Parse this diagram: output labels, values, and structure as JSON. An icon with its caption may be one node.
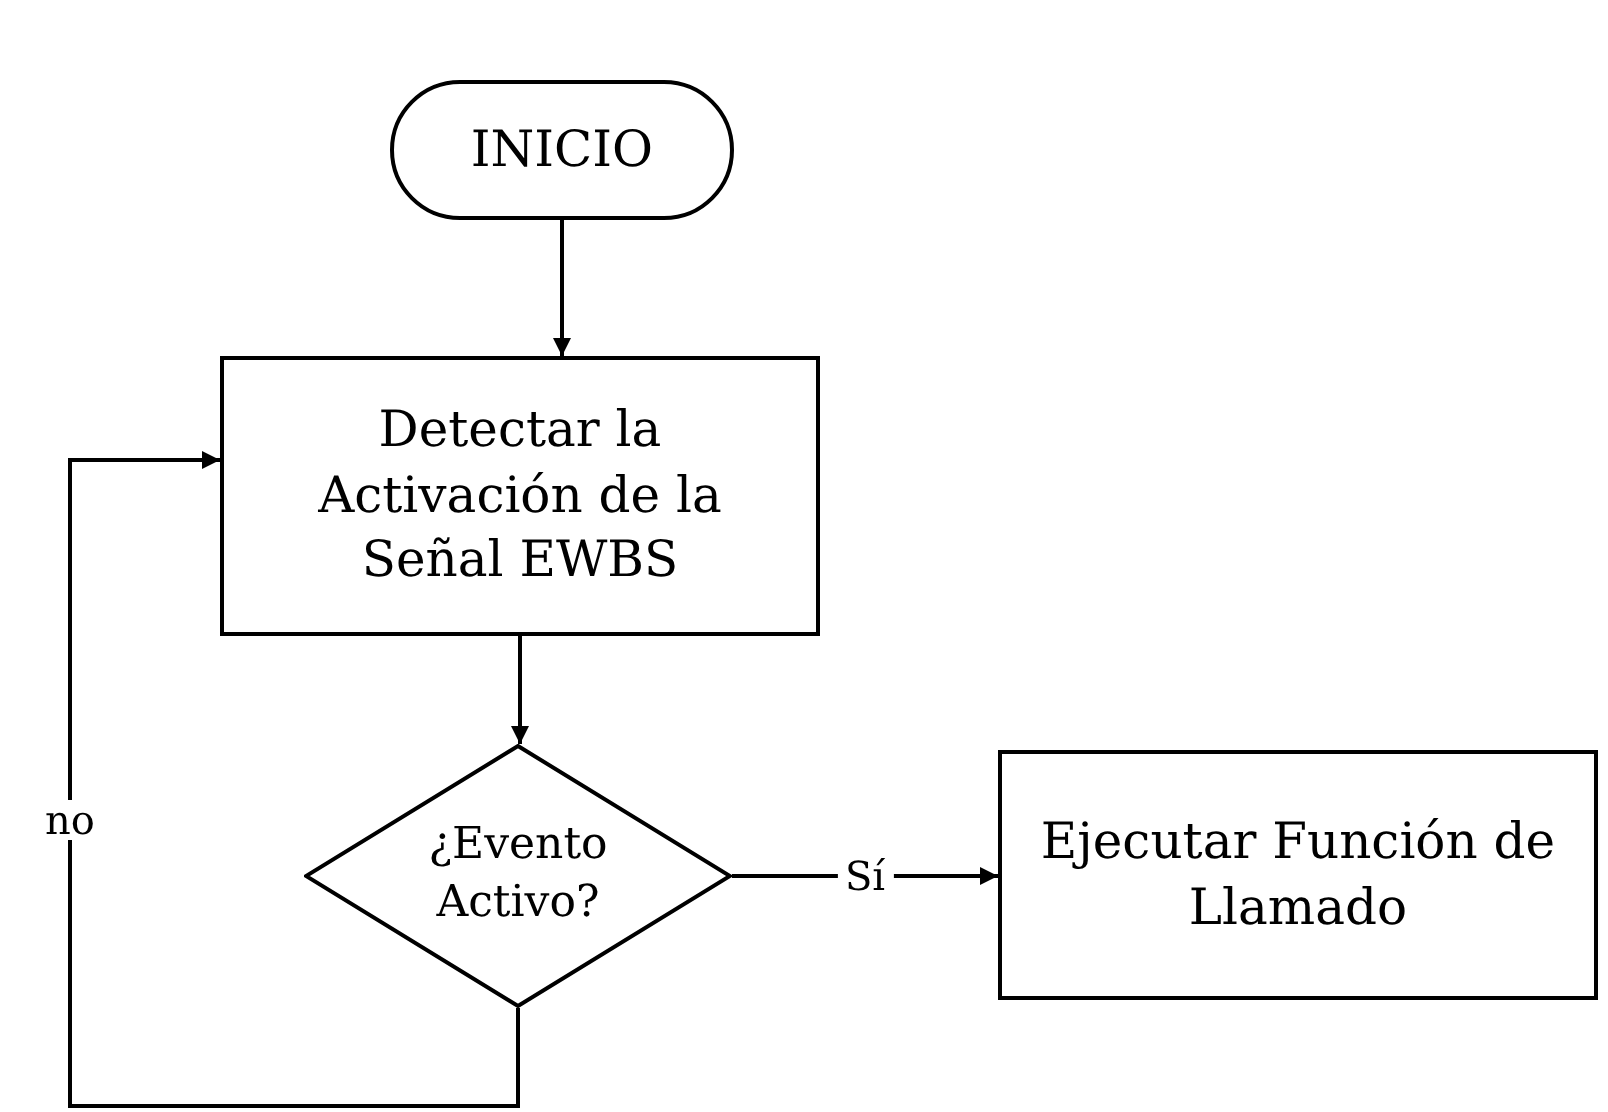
{
  "diagram": {
    "nodes": [
      {
        "text": [
          "INICIO"
        ]
      },
      {
        "text": [
          "Detectar la Activación de la Señal EWBS"
        ]
      },
      {
        "text": [
          "¿Evento Activo?"
        ]
      },
      {
        "text": [
          "Ejecutar Función de Llamado"
        ]
      }
    ],
    "edges": [
      {
        "from": 0,
        "to": 1,
        "arrow": "to"
      },
      {
        "from": 1,
        "to": 2,
        "arrow": "to"
      },
      {
        "from": 2,
        "to": 3,
        "arrow": "to",
        "label": "Sí"
      },
      {
        "from": 2,
        "to": 1,
        "arrow": "to",
        "label": "no"
      }
    ]
  }
}
